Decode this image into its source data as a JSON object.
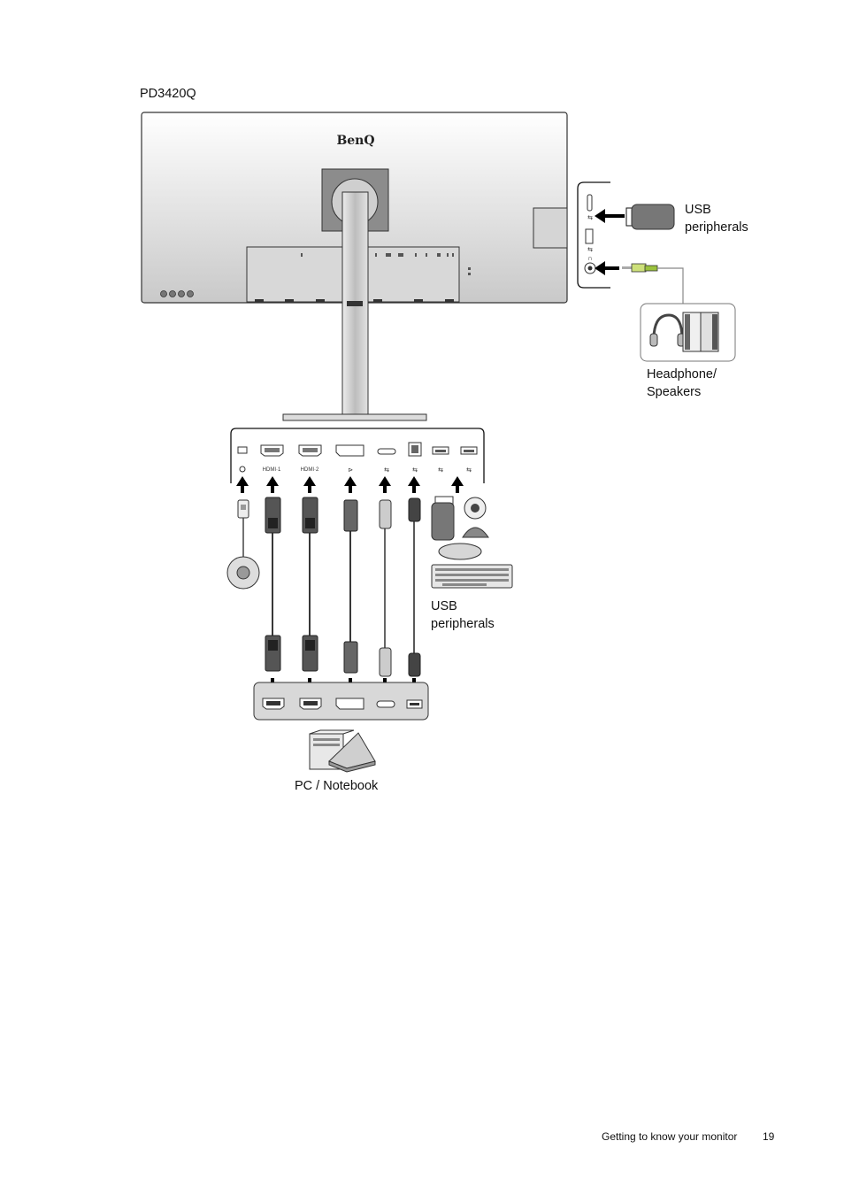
{
  "model": "PD3420Q",
  "brand": "BenQ",
  "labels": {
    "usb_side_1": "USB",
    "usb_side_2": "peripherals",
    "headphone_1": "Headphone/",
    "headphone_2": "Speakers",
    "usb_bottom_1": "USB",
    "usb_bottom_2": "peripherals",
    "pc": "PC / Notebook"
  },
  "port_labels": {
    "hdmi1": "HDMI·1",
    "hdmi2": "HDMI·2"
  },
  "footer": {
    "section": "Getting to know your monitor",
    "page": "19"
  }
}
